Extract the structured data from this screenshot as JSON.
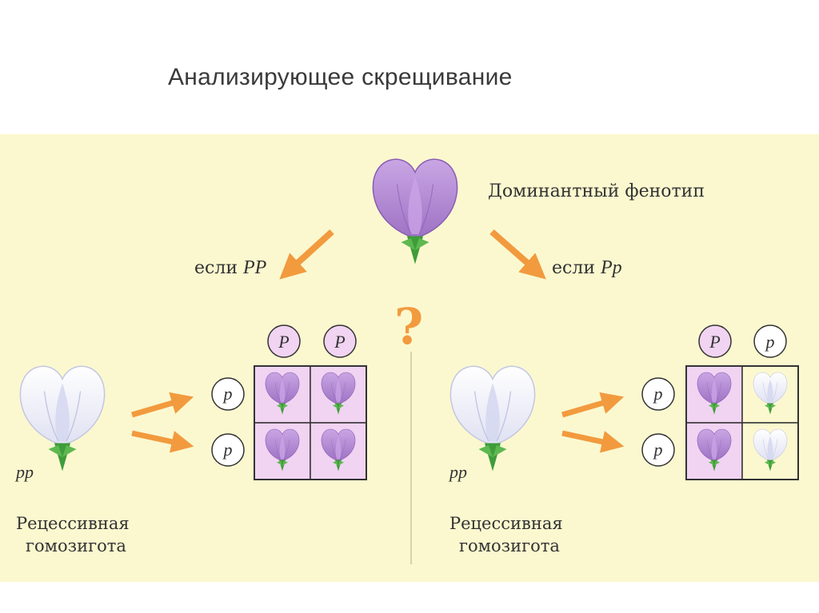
{
  "title": "Анализирующее скрещивание",
  "dominant_label": "Доминантный фенотип",
  "question_mark": "?",
  "left": {
    "branch_label_prefix": "если ",
    "branch_genotype": "PP",
    "top_gametes": [
      "P",
      "P"
    ],
    "side_gametes": [
      "p",
      "p"
    ],
    "offspring": [
      "purple",
      "purple",
      "purple",
      "purple"
    ],
    "parent_genotype": "pp",
    "parent_label_lines": [
      "Рецессивная",
      "гомозигота"
    ]
  },
  "right": {
    "branch_label_prefix": "если ",
    "branch_genotype": "Pp",
    "top_gametes": [
      "P",
      "p"
    ],
    "side_gametes": [
      "p",
      "p"
    ],
    "offspring": [
      "purple",
      "white",
      "purple",
      "white"
    ],
    "parent_genotype": "pp",
    "parent_label_lines": [
      "Рецессивная",
      "гомозигота"
    ]
  },
  "colors": {
    "background_panel": "#fbf8cf",
    "purple_flower": "#b48ad2",
    "white_flower": "#ecedf8",
    "arrow": "#f29a3e",
    "cell_purple": "#f1d3f2",
    "cell_white": "#fbf8cf",
    "gamete_dominant_fill": "#f1d3f2"
  }
}
